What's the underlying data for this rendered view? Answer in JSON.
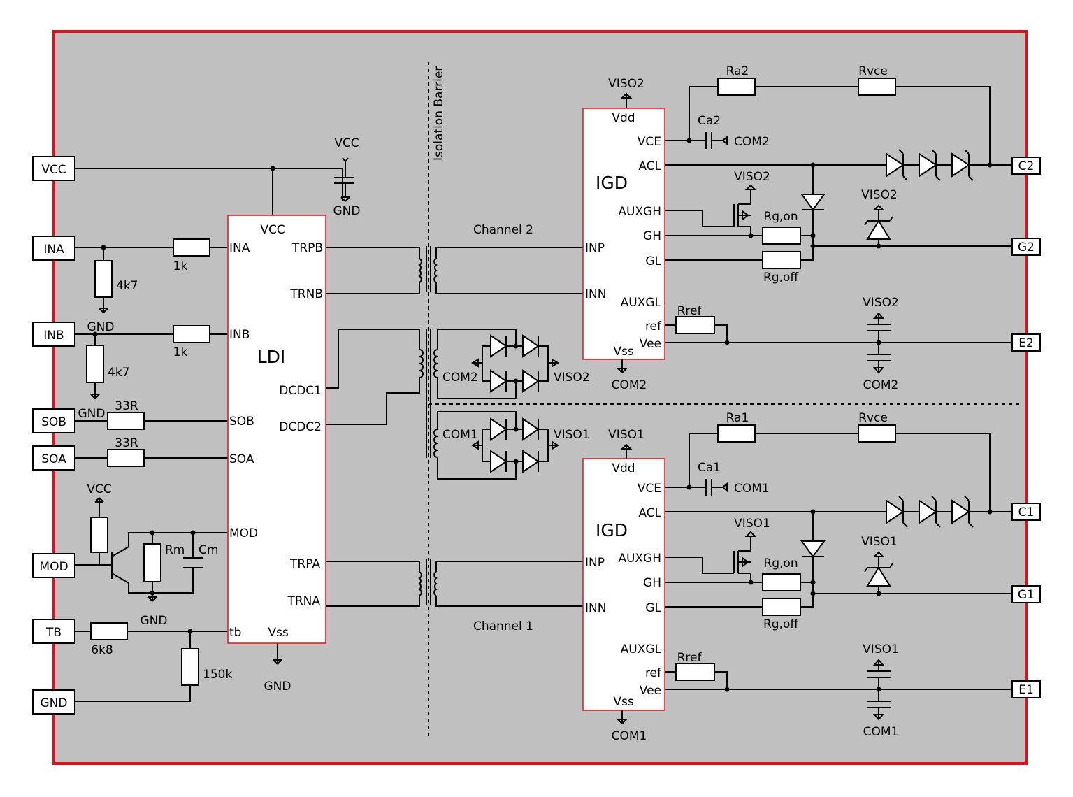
{
  "connectors": {
    "left": [
      "VCC",
      "INA",
      "INB",
      "SOB",
      "SOA",
      "MOD",
      "TB",
      "GND"
    ],
    "right": [
      "C2",
      "G2",
      "E2",
      "C1",
      "G1",
      "E1"
    ]
  },
  "ldi": {
    "title": "LDI",
    "pins": {
      "vcc": "VCC",
      "ina": "INA",
      "inb": "INB",
      "sob": "SOB",
      "soa": "SOA",
      "mod": "MOD",
      "tb": "tb",
      "vss": "Vss",
      "trpb": "TRPB",
      "trnb": "TRNB",
      "dcdc1": "DCDC1",
      "dcdc2": "DCDC2",
      "trpa": "TRPA",
      "trna": "TRNA"
    }
  },
  "igd2": {
    "title": "IGD",
    "pins": {
      "vdd": "Vdd",
      "vce": "VCE",
      "acl": "ACL",
      "auxgh": "AUXGH",
      "gh": "GH",
      "gl": "GL",
      "inp": "INP",
      "inn": "INN",
      "auxgl": "AUXGL",
      "ref": "ref",
      "vee": "Vee",
      "vss": "Vss"
    }
  },
  "igd1": {
    "title": "IGD",
    "pins": {
      "vdd": "Vdd",
      "vce": "VCE",
      "acl": "ACL",
      "auxgh": "AUXGH",
      "gh": "GH",
      "gl": "GL",
      "inp": "INP",
      "inn": "INN",
      "auxgl": "AUXGL",
      "ref": "ref",
      "vee": "Vee",
      "vss": "Vss"
    }
  },
  "labels": {
    "isolation_barrier": "Isolation Barrier",
    "channel2": "Channel 2",
    "channel1": "Channel 1",
    "vcc": "VCC",
    "gnd": "GND",
    "viso2": "VISO2",
    "viso1": "VISO1",
    "com2": "COM2",
    "com1": "COM1"
  },
  "components": {
    "r_ina": "1k",
    "r_inb": "1k",
    "r_ina_pd": "4k7",
    "r_inb_pd": "4k7",
    "r_sob": "33R",
    "r_soa": "33R",
    "rm": "Rm",
    "cm": "Cm",
    "r_tb": "6k8",
    "r_tb_pd": "150k",
    "ra2": "Ra2",
    "ra1": "Ra1",
    "rvce": "Rvce",
    "ca2": "Ca2",
    "ca1": "Ca1",
    "rg_on": "Rg,on",
    "rg_off": "Rg,off",
    "rref": "Rref"
  },
  "colors": {
    "board": "#c0c0c0",
    "border": "#e0101a",
    "chip_fill": "#ffffff"
  }
}
